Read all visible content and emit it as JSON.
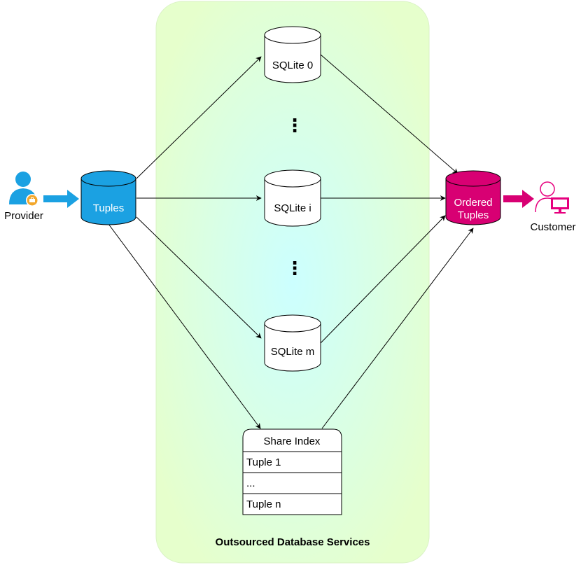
{
  "diagram": {
    "region_label": "Outsourced Database Services",
    "provider": {
      "label": "Provider",
      "icon": "business-user-icon"
    },
    "customer": {
      "label": "Customer",
      "icon": "user-computer-icon"
    },
    "tuples_db": {
      "label": "Tuples"
    },
    "ordered_db": {
      "label_line1": "Ordered",
      "label_line2": "Tuples"
    },
    "sqlite_nodes": [
      {
        "label": "SQLite 0"
      },
      {
        "label": "SQLite i"
      },
      {
        "label": "SQLite m"
      }
    ],
    "ellipsis": [
      "⋮",
      "⋮"
    ],
    "share_index": {
      "header": "Share Index",
      "rows": [
        "Tuple 1",
        "...",
        "Tuple n"
      ]
    },
    "colors": {
      "tuples_fill": "#1ba1e2",
      "ordered_fill": "#d80073",
      "provider_accent": "#1ba1e2",
      "customer_accent": "#e6007e",
      "region_fill": "#e6ffcc",
      "region_center": "#ccffff"
    }
  }
}
